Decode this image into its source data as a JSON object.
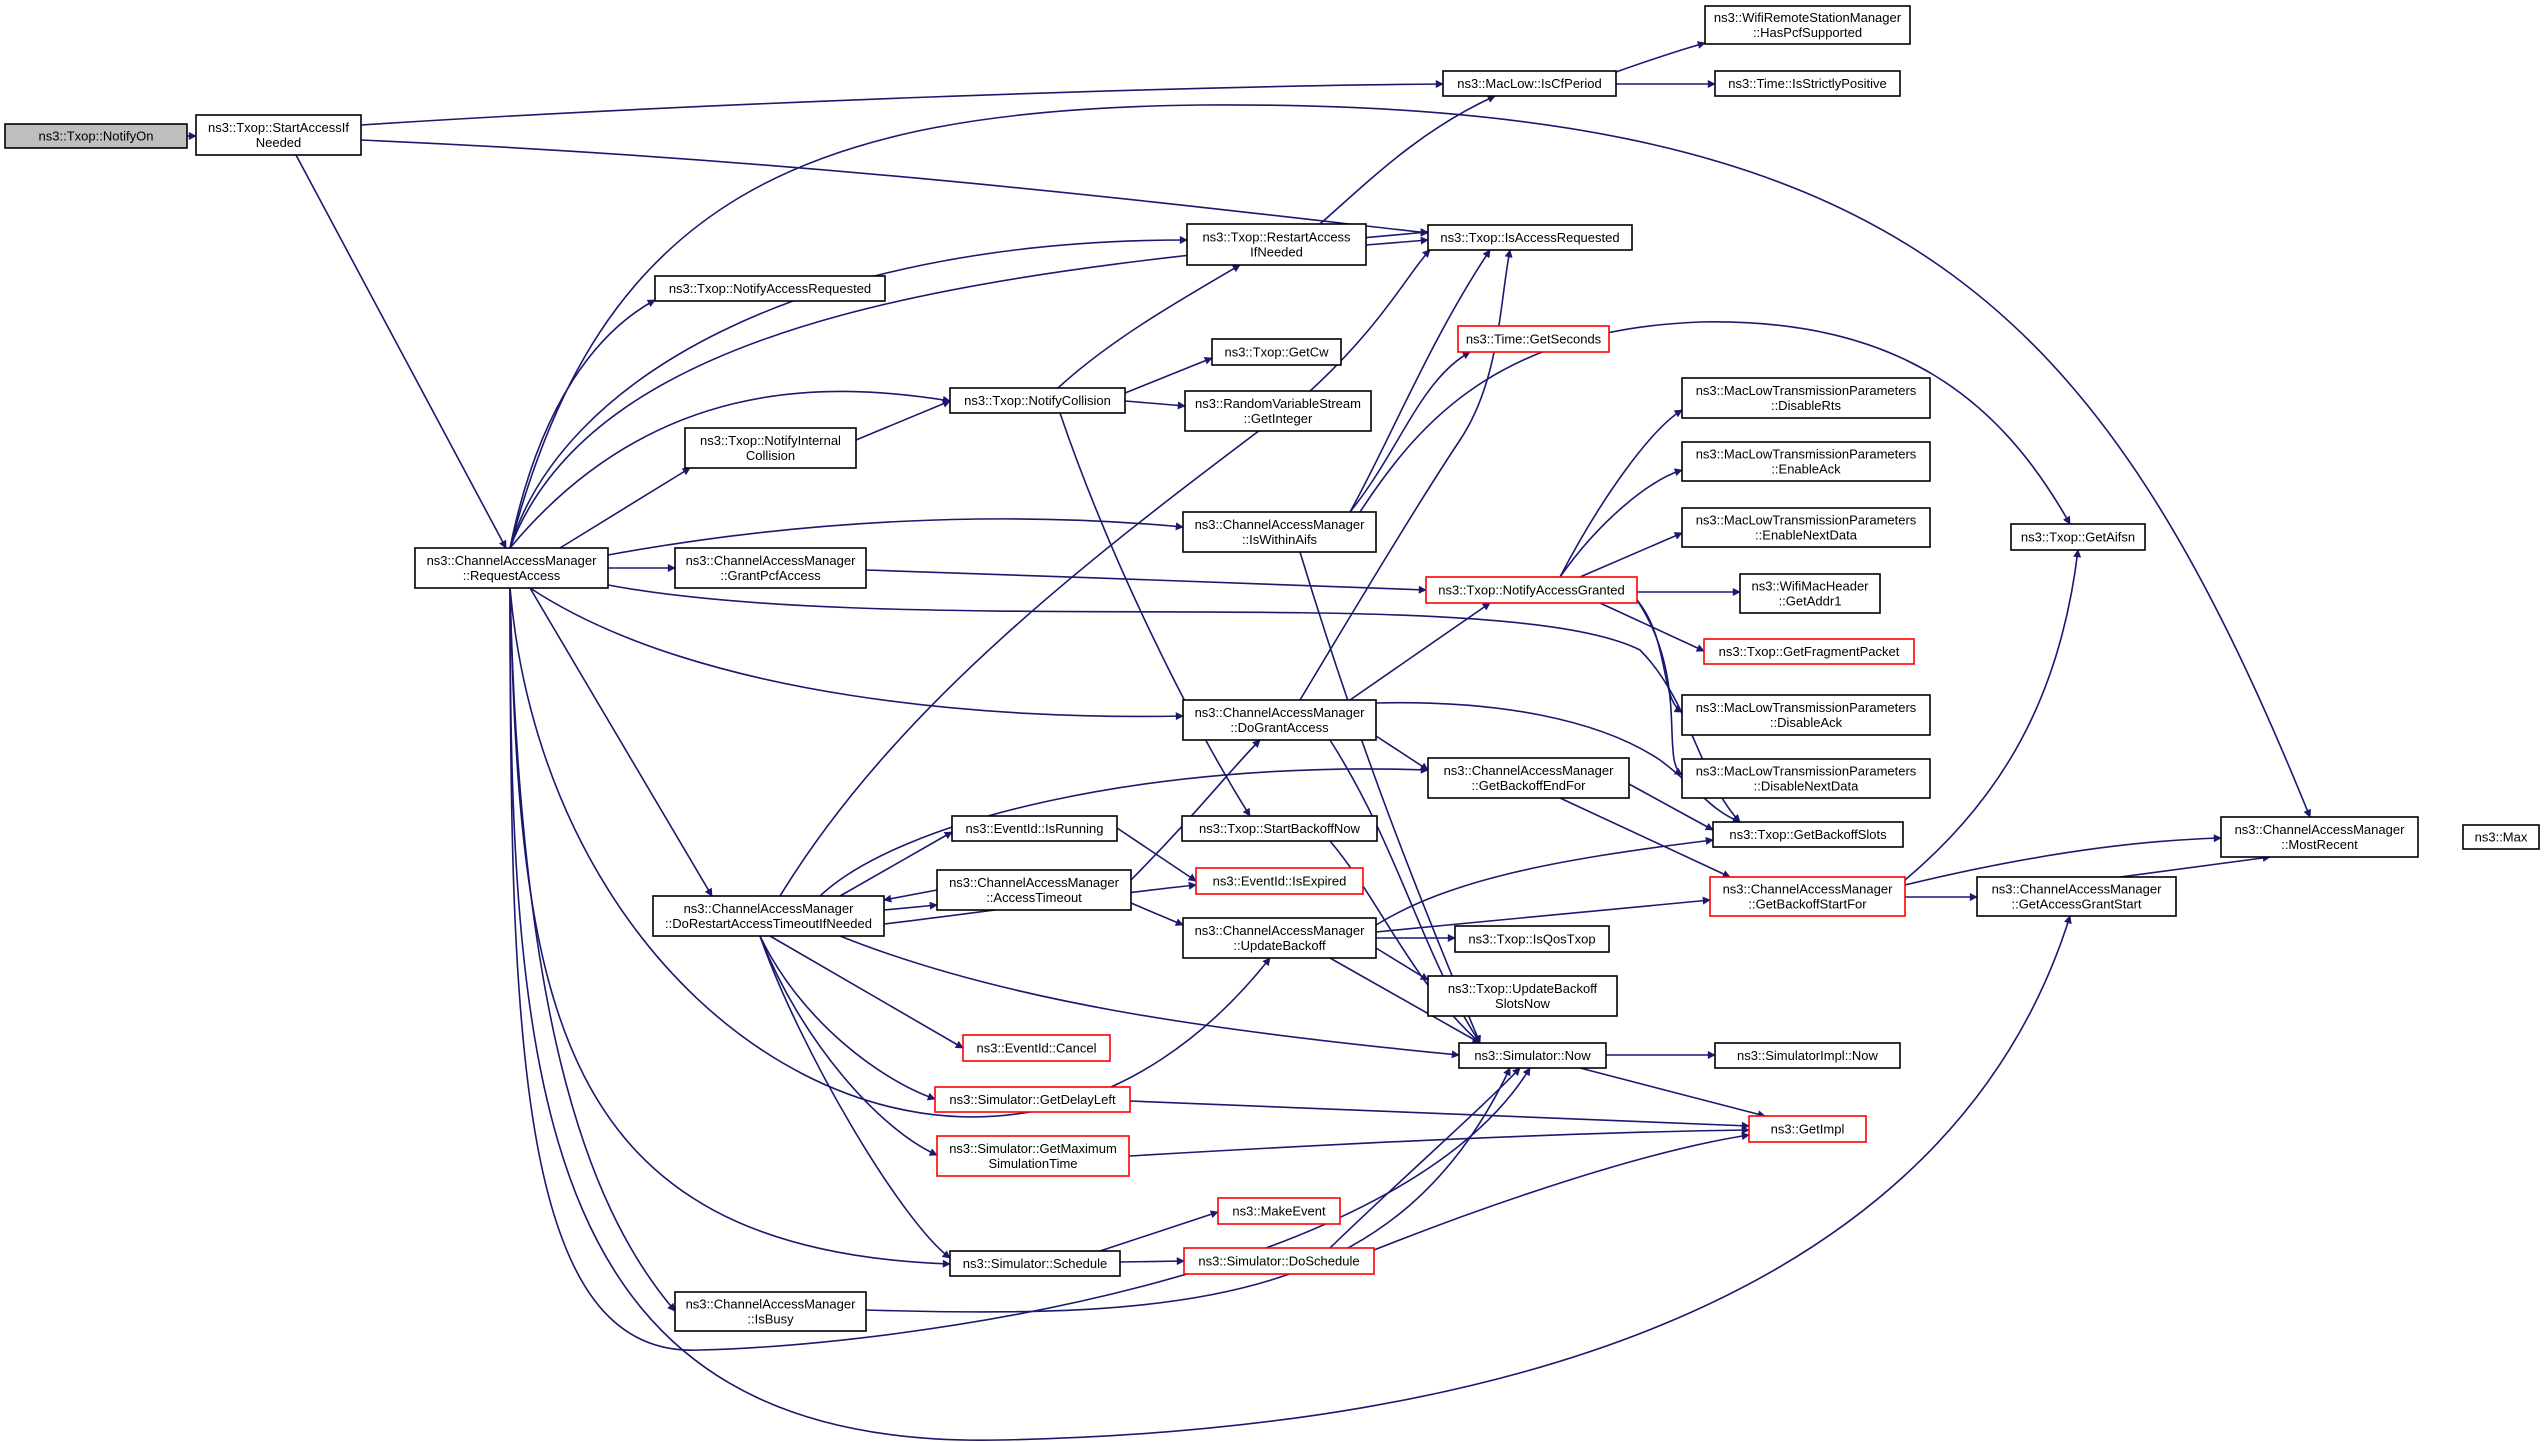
{
  "colors": {
    "edge": "#191970",
    "node_border": "#000000",
    "truncated_border": "#ff0000",
    "root_fill": "#bfbfbf"
  },
  "nodes": {
    "n0": {
      "lines": [
        "ns3::Txop::NotifyOn"
      ]
    },
    "n1": {
      "lines": [
        "ns3::Txop::StartAccessIf",
        "Needed"
      ]
    },
    "n2": {
      "lines": [
        "ns3::MacLow::IsCfPeriod"
      ]
    },
    "n3": {
      "lines": [
        "ns3::WifiRemoteStationManager",
        "::HasPcfSupported"
      ]
    },
    "n4": {
      "lines": [
        "ns3::Time::IsStrictlyPositive"
      ]
    },
    "n5": {
      "lines": [
        "ns3::Txop::IsAccessRequested"
      ]
    },
    "n6": {
      "lines": [
        "ns3::Txop::RestartAccess",
        "IfNeeded"
      ]
    },
    "n7": {
      "lines": [
        "ns3::Txop::NotifyAccessRequested"
      ]
    },
    "n8": {
      "lines": [
        "ns3::Time::GetSeconds"
      ]
    },
    "n9": {
      "lines": [
        "ns3::Txop::GetCw"
      ]
    },
    "n10": {
      "lines": [
        "ns3::Txop::NotifyCollision"
      ]
    },
    "n11": {
      "lines": [
        "ns3::RandomVariableStream",
        "::GetInteger"
      ]
    },
    "n12": {
      "lines": [
        "ns3::Txop::NotifyInternal",
        "Collision"
      ]
    },
    "n13": {
      "lines": [
        "ns3::MacLowTransmissionParameters",
        "::DisableRts"
      ]
    },
    "n14": {
      "lines": [
        "ns3::MacLowTransmissionParameters",
        "::EnableAck"
      ]
    },
    "n15": {
      "lines": [
        "ns3::MacLowTransmissionParameters",
        "::EnableNextData"
      ]
    },
    "n16": {
      "lines": [
        "ns3::Txop::GetAifsn"
      ]
    },
    "n17": {
      "lines": [
        "ns3::ChannelAccessManager",
        "::IsWithinAifs"
      ]
    },
    "n18": {
      "lines": [
        "ns3::ChannelAccessManager",
        "::RequestAccess"
      ]
    },
    "n19": {
      "lines": [
        "ns3::ChannelAccessManager",
        "::GrantPcfAccess"
      ]
    },
    "n20": {
      "lines": [
        "ns3::Txop::NotifyAccessGranted"
      ]
    },
    "n21": {
      "lines": [
        "ns3::WifiMacHeader",
        "::GetAddr1"
      ]
    },
    "n22": {
      "lines": [
        "ns3::Txop::GetFragmentPacket"
      ]
    },
    "n23": {
      "lines": [
        "ns3::ChannelAccessManager",
        "::DoGrantAccess"
      ]
    },
    "n24": {
      "lines": [
        "ns3::MacLowTransmissionParameters",
        "::DisableAck"
      ]
    },
    "n25": {
      "lines": [
        "ns3::ChannelAccessManager",
        "::GetBackoffEndFor"
      ]
    },
    "n26": {
      "lines": [
        "ns3::MacLowTransmissionParameters",
        "::DisableNextData"
      ]
    },
    "n27": {
      "lines": [
        "ns3::EventId::IsRunning"
      ]
    },
    "n28": {
      "lines": [
        "ns3::Txop::StartBackoffNow"
      ]
    },
    "n29": {
      "lines": [
        "ns3::Txop::GetBackoffSlots"
      ]
    },
    "n30": {
      "lines": [
        "ns3::ChannelAccessManager",
        "::MostRecent"
      ]
    },
    "n31": {
      "lines": [
        "ns3::Max"
      ]
    },
    "n32": {
      "lines": [
        "ns3::ChannelAccessManager",
        "::AccessTimeout"
      ]
    },
    "n33": {
      "lines": [
        "ns3::EventId::IsExpired"
      ]
    },
    "n34": {
      "lines": [
        "ns3::ChannelAccessManager",
        "::DoRestartAccessTimeoutIfNeeded"
      ]
    },
    "n35": {
      "lines": [
        "ns3::ChannelAccessManager",
        "::GetBackoffStartFor"
      ]
    },
    "n36": {
      "lines": [
        "ns3::ChannelAccessManager",
        "::GetAccessGrantStart"
      ]
    },
    "n37": {
      "lines": [
        "ns3::ChannelAccessManager",
        "::UpdateBackoff"
      ]
    },
    "n38": {
      "lines": [
        "ns3::Txop::IsQosTxop"
      ]
    },
    "n39": {
      "lines": [
        "ns3::Txop::UpdateBackoff",
        "SlotsNow"
      ]
    },
    "n40": {
      "lines": [
        "ns3::EventId::Cancel"
      ]
    },
    "n41": {
      "lines": [
        "ns3::Simulator::Now"
      ]
    },
    "n42": {
      "lines": [
        "ns3::SimulatorImpl::Now"
      ]
    },
    "n43": {
      "lines": [
        "ns3::Simulator::GetDelayLeft"
      ]
    },
    "n44": {
      "lines": [
        "ns3::GetImpl"
      ]
    },
    "n45": {
      "lines": [
        "ns3::Simulator::GetMaximum",
        "SimulationTime"
      ]
    },
    "n46": {
      "lines": [
        "ns3::MakeEvent"
      ]
    },
    "n47": {
      "lines": [
        "ns3::Simulator::DoSchedule"
      ]
    },
    "n48": {
      "lines": [
        "ns3::Simulator::Schedule"
      ]
    },
    "n49": {
      "lines": [
        "ns3::ChannelAccessManager",
        "::IsBusy"
      ]
    }
  }
}
